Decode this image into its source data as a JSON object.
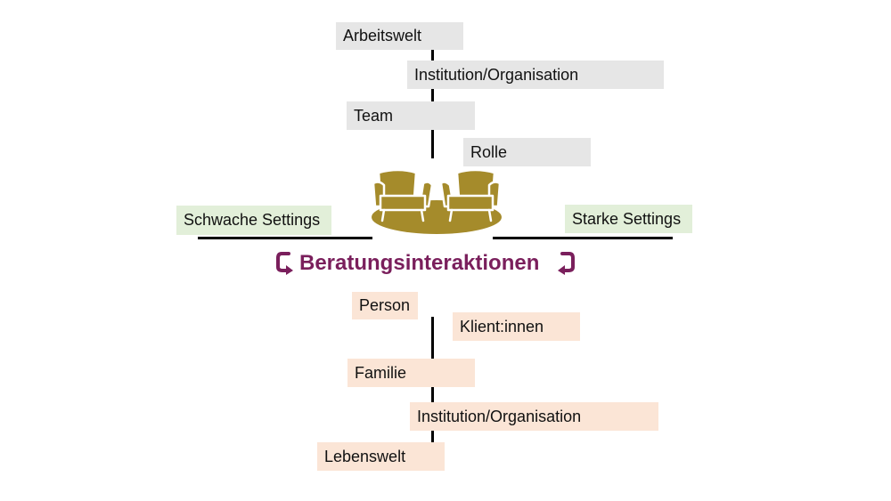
{
  "upper_levels": [
    "Arbeitswelt",
    "Institution/Organisation",
    "Team",
    "Rolle"
  ],
  "settings": {
    "weak": "Schwache Settings",
    "strong": "Starke Settings"
  },
  "center_title": "Beratungsinteraktionen",
  "lower_levels": [
    "Person",
    "Klient:innen",
    "Familie",
    "Institution/Organisation",
    "Lebenswelt"
  ],
  "icon": "two-armchairs-on-rug-icon",
  "colors": {
    "title": "#7a1f5c",
    "upper_box": "#e6e6e6",
    "settings_box": "#e2efd9",
    "lower_box": "#fbe5d6",
    "chairs": "#a58b2b"
  }
}
